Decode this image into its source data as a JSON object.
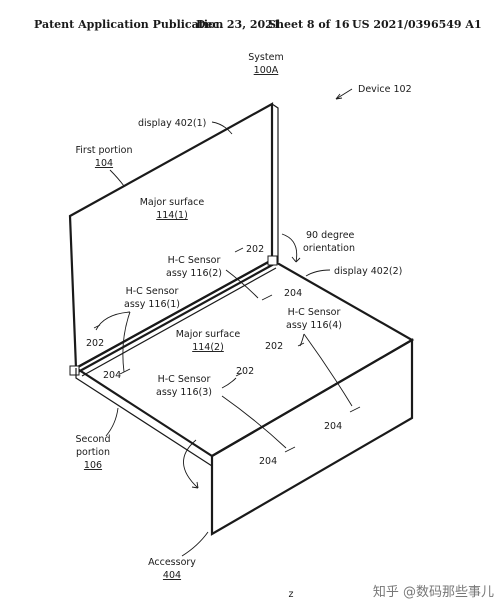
{
  "header": {
    "publication": "Patent Application Publication",
    "date": "Dec. 23, 2021",
    "sheet": "Sheet 8 of 16",
    "number": "US 2021/0396549 A1"
  },
  "labels": {
    "system": "System",
    "system_ref": "100A",
    "device": "Device 102",
    "display_402_1": "display 402(1)",
    "first_portion": "First portion",
    "first_portion_ref": "104",
    "major_surface_1": "Major surface",
    "major_surface_1_ref": "114(1)",
    "deg_90": "90 degree",
    "orientation": "orientation",
    "display_402_2": "display 402(2)",
    "hc_sensor": "H-C Sensor",
    "assy_116_2": "assy 116(2)",
    "assy_116_1": "assy 116(1)",
    "assy_116_4": "assy 116(4)",
    "assy_116_3": "assy 116(3)",
    "major_surface_2": "Major surface",
    "major_surface_2_ref": "114(2)",
    "second": "Second",
    "portion": "portion",
    "second_portion_ref": "106",
    "accessory": "Accessory",
    "accessory_ref": "404",
    "ref_202": "202",
    "ref_204": "204",
    "fig_letter": "z"
  },
  "watermark": "知乎 @数码那些事儿"
}
